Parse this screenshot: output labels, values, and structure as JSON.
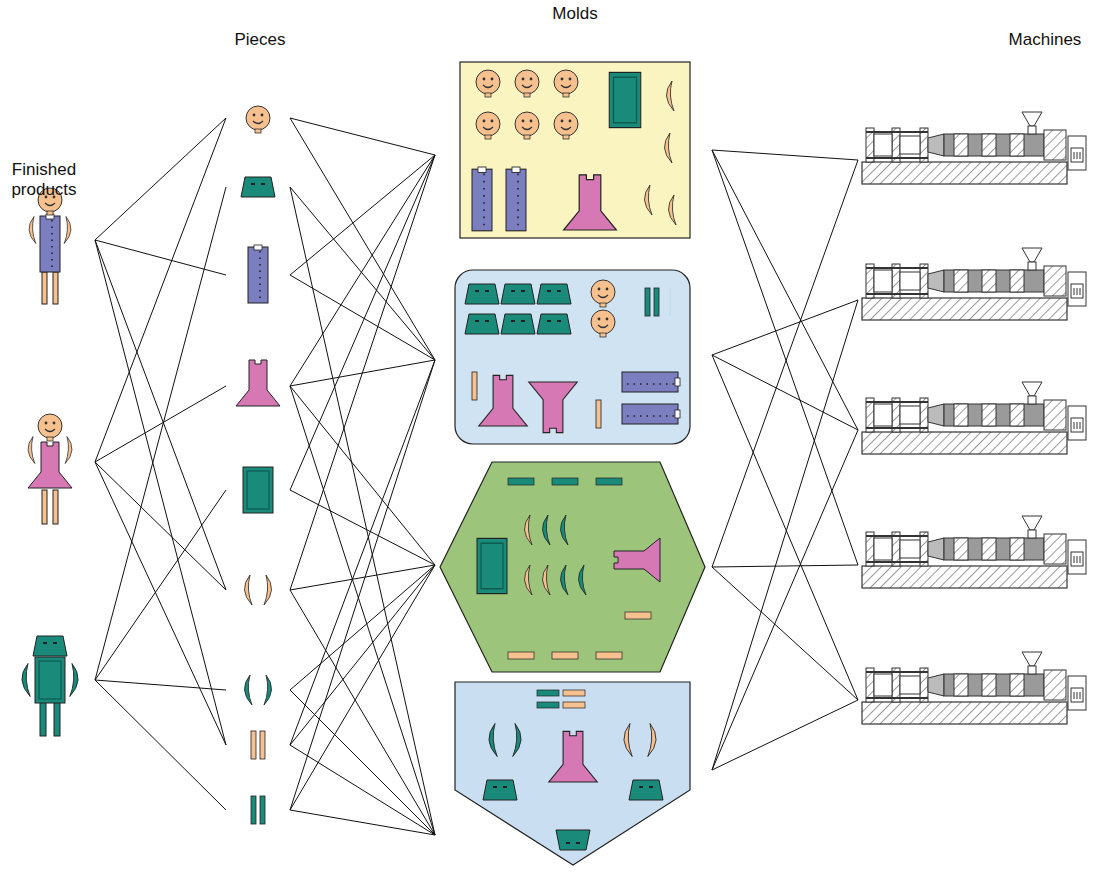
{
  "diagram": {
    "labels": [
      "Finished products",
      "Pieces",
      "Molds",
      "Machines"
    ]
  }
}
